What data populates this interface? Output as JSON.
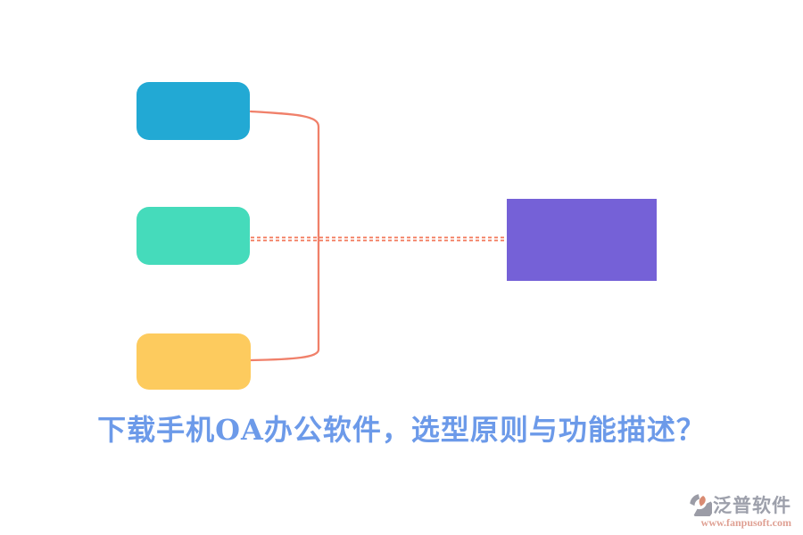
{
  "page": {
    "background_color": "#ffffff"
  },
  "diagram": {
    "description": "mind-map style diagram: three rounded nodes on the left joined by a bracket connector, middle node linked by a dotted line to one rectangular node on the right",
    "nodes": [
      {
        "id": "node-top",
        "label": "",
        "color": "#22A9D4",
        "shape": "rounded-rect"
      },
      {
        "id": "node-middle",
        "label": "",
        "color": "#45DBBB",
        "shape": "rounded-rect"
      },
      {
        "id": "node-bottom",
        "label": "",
        "color": "#FDCB5E",
        "shape": "rounded-rect"
      },
      {
        "id": "node-right",
        "label": "",
        "color": "#7561D7",
        "shape": "rect"
      }
    ],
    "connector_color": "#F0806A",
    "dotted_line_color": "#F2795B"
  },
  "caption": {
    "text": "下载手机OA办公软件，选型原则与功能描述？",
    "color": "#6C9AE9"
  },
  "logo": {
    "name": "泛普软件",
    "url": "www.fanpusoft.com",
    "name_color": "#9DA0AB",
    "url_color": "#DFA093",
    "icon_gray": "#9B9CA6",
    "icon_orange": "#D98B72"
  }
}
